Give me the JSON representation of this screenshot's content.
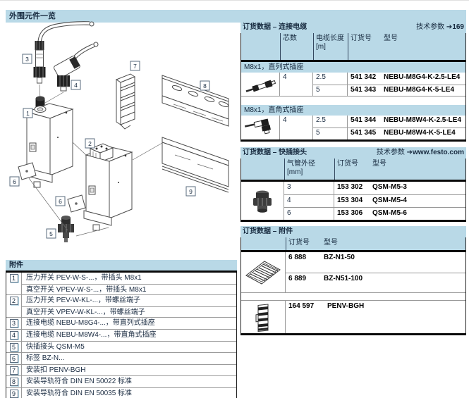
{
  "page": {
    "title": "外围元件一览"
  },
  "colors": {
    "band_blue": "#b9d9e7",
    "text_navy": "#16293e",
    "part_black": "#000000",
    "rule_black": "#0a0a0a"
  },
  "icons": {
    "arrow_right": "➔"
  },
  "diagram": {
    "markers": {
      "m1": "1",
      "m2": "2",
      "m3": "3",
      "m4": "4",
      "m5": "5",
      "m6a": "6",
      "m6b": "6",
      "m7": "7",
      "m8": "8",
      "m9": "9"
    }
  },
  "tables": {
    "cables": {
      "title": "订货数据 – 连接电缆",
      "tech_label": "技术参数",
      "tech_target": "169",
      "headers": {
        "cores": "芯数",
        "length": "电缆长度",
        "length_unit": "[m]",
        "order": "订货号",
        "type": "型号"
      },
      "sections": [
        {
          "label": "M8x1，直列式插座",
          "cores": "4",
          "rows": [
            {
              "length": "2.5",
              "order": "541 342",
              "type": "NEBU-M8G4-K-2.5-LE4"
            },
            {
              "length": "5",
              "order": "541 343",
              "type": "NEBU-M8G4-K-5-LE4"
            }
          ]
        },
        {
          "label": "M8x1，直角式插座",
          "cores": "4",
          "rows": [
            {
              "length": "2.5",
              "order": "541 344",
              "type": "NEBU-M8W4-K-2.5-LE4"
            },
            {
              "length": "5",
              "order": "541 345",
              "type": "NEBU-M8W4-K-5-LE4"
            }
          ]
        }
      ]
    },
    "fittings": {
      "title": "订货数据 – 快插接头",
      "tech_label": "技术参数",
      "tech_target": "www.festo.com",
      "headers": {
        "od": "气管外径",
        "od_unit": "[mm]",
        "order": "订货号",
        "type": "型号"
      },
      "rows": [
        {
          "od": "3",
          "order": "153 302",
          "type": "QSM-M5-3"
        },
        {
          "od": "4",
          "order": "153 304",
          "type": "QSM-M5-4"
        },
        {
          "od": "6",
          "order": "153 306",
          "type": "QSM-M5-6"
        }
      ]
    },
    "accessories": {
      "title": "订货数据 – 附件",
      "headers": {
        "order": "订货号",
        "type": "型号"
      },
      "groups": [
        {
          "rows": [
            {
              "order": "6 888",
              "type": "BZ-N1-50"
            },
            {
              "order": "6 889",
              "type": "BZ-N51-100"
            }
          ]
        },
        {
          "rows": [
            {
              "order": "164 597",
              "type": "PENV-BGH"
            }
          ]
        }
      ]
    }
  },
  "legend": {
    "title": "附件",
    "rows": [
      {
        "num": "1",
        "lines": [
          "压力开关 PEV-W-S-...，带插头 M8x1",
          "真空开关 VPEV-W-S-...，带插头 M8x1"
        ]
      },
      {
        "num": "2",
        "lines": [
          "压力开关 PEV-W-KL-...，带螺丝端子",
          "真空开关 VPEV-W-KL-...，带螺丝端子"
        ]
      },
      {
        "num": "3",
        "lines": [
          "连接电缆 NEBU-M8G4-...，带直列式插座"
        ]
      },
      {
        "num": "4",
        "lines": [
          "连接电缆 NEBU-M8W4-...，带直角式插座"
        ]
      },
      {
        "num": "5",
        "lines": [
          "快插接头 QSM-M5"
        ]
      },
      {
        "num": "6",
        "lines": [
          "标签 BZ-N..."
        ]
      },
      {
        "num": "7",
        "lines": [
          "安装扣 PENV-BGH"
        ]
      },
      {
        "num": "8",
        "lines": [
          "安装导轨符合 DIN EN 50022 标准"
        ]
      },
      {
        "num": "9",
        "lines": [
          "安装导轨符合 DIN EN 50035 标准"
        ]
      }
    ]
  }
}
